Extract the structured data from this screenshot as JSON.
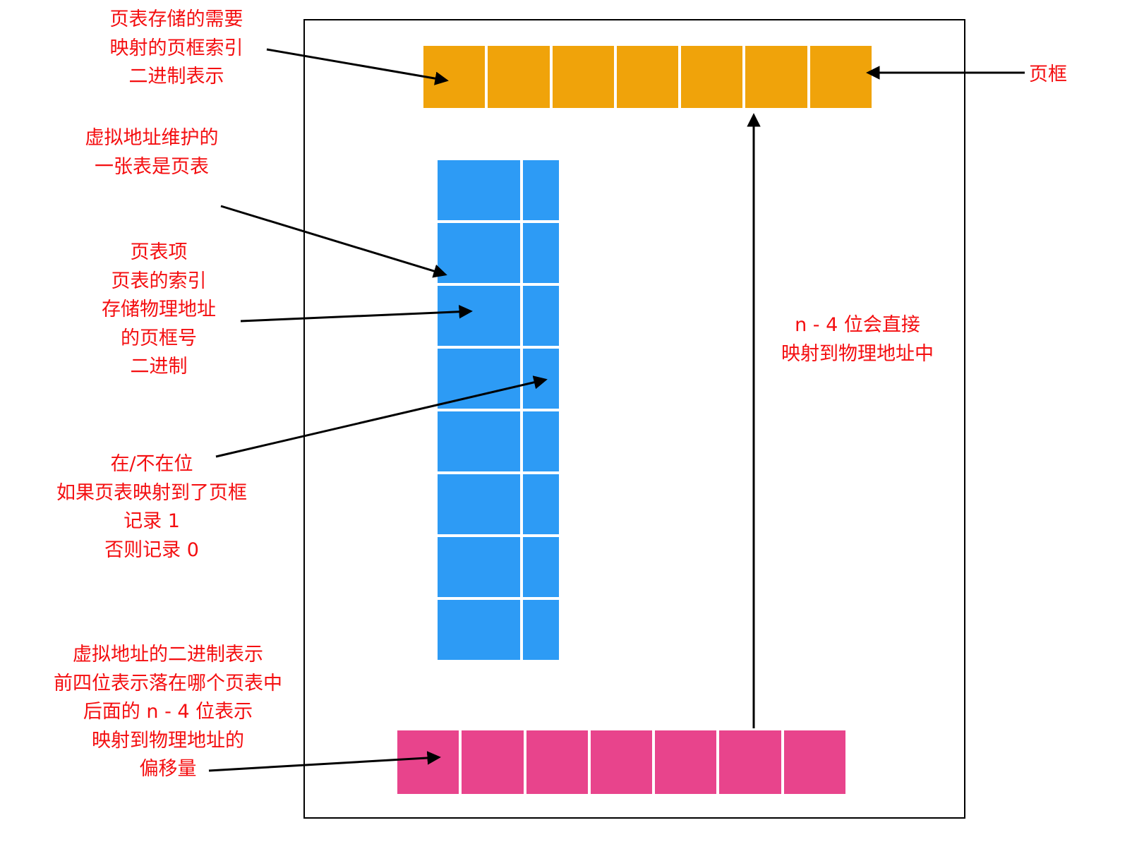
{
  "colors": {
    "page_frame_fill": "#F0A30A",
    "page_table_fill": "#2D9BF5",
    "virtual_address_fill": "#E8448C",
    "annotation_text": "#F40E10",
    "arrow": "#000000",
    "frame_border": "#000000"
  },
  "structure": {
    "page_frame_row_cells": 7,
    "page_table_rows": 8,
    "page_table_columns": 2,
    "virtual_address_row_cells": 7
  },
  "annotations": {
    "frame_index": "页表存储的需要\n映射的页框索引\n二进制表示",
    "frame_label": "页框",
    "vm_table": "虚拟地址维护的\n一张表是页表",
    "pte": "页表项\n页表的索引\n存储物理地址\n的页框号\n二进制",
    "present_bit": "在/不在位\n如果页表映射到了页框\n记录 1\n否则记录 0",
    "virtual_addr": "虚拟地址的二进制表示\n前四位表示落在哪个页表中\n后面的 n - 4 位表示\n映射到物理地址的\n偏移量",
    "offset_map": "n - 4 位会直接\n映射到物理地址中"
  }
}
